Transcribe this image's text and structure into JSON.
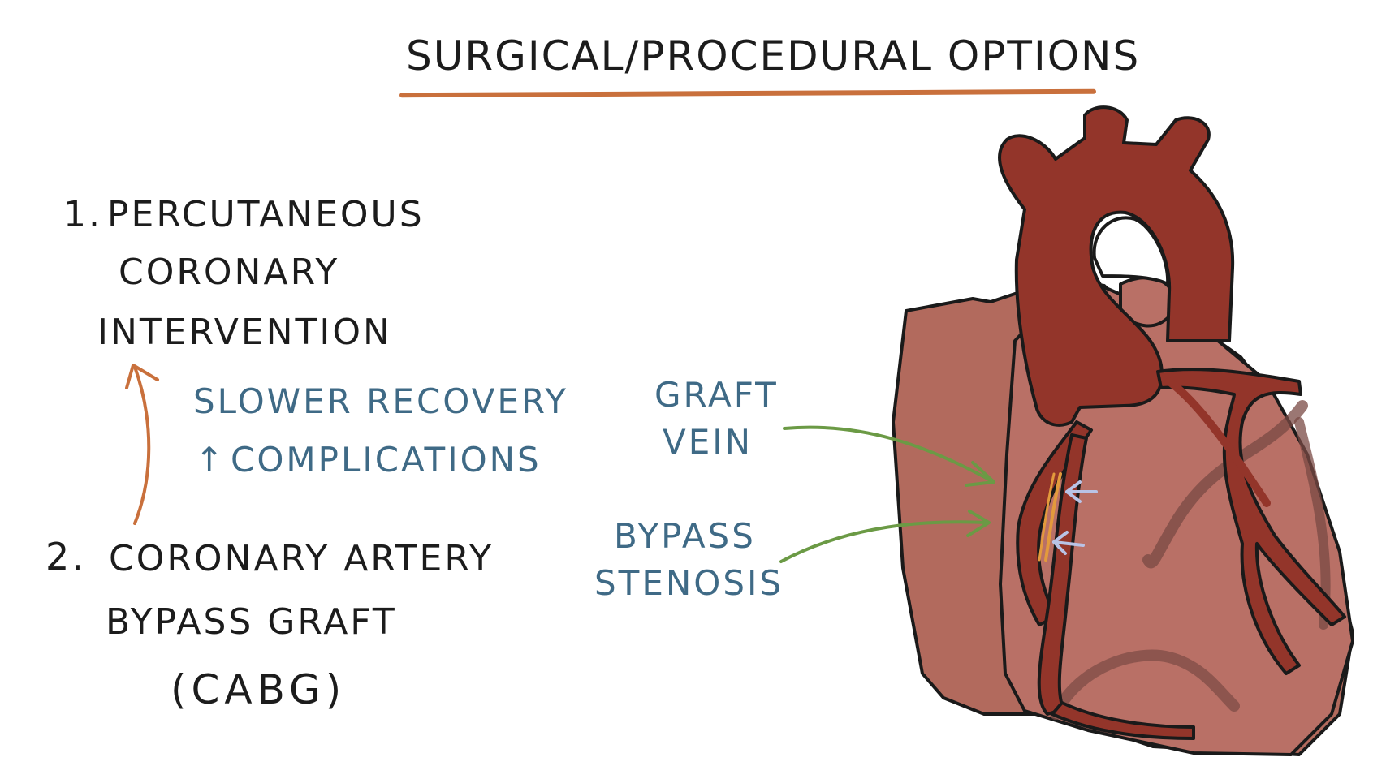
{
  "title": "Surgical/Procedural Options",
  "option1": {
    "number": "1.",
    "lines": [
      "Percutaneous",
      "Coronary",
      "Intervention"
    ]
  },
  "note": {
    "line1": "Slower Recovery",
    "arrow": "↑",
    "line2": "Complications"
  },
  "option2": {
    "number": "2.",
    "lines": [
      "Coronary Artery",
      "Bypass Graft",
      "(CABG)"
    ]
  },
  "heart_labels": {
    "graft_vein": [
      "Graft",
      "Vein"
    ],
    "bypass_stenosis": [
      "Bypass",
      "Stenosis"
    ]
  },
  "colors": {
    "accent_orange": "#c9703c",
    "label_blue": "#3f6a86",
    "pointer_green": "#6b9a45",
    "heart_body": "#b56b5f",
    "vessel_red": "#93352a",
    "stenosis_arrow": "#b9c3e6",
    "ink": "#1c1c1c"
  },
  "icons": [
    "heart-illustration",
    "curved-up-arrow-icon",
    "pointer-arrow-icon",
    "stenosis-arrow-icon"
  ]
}
